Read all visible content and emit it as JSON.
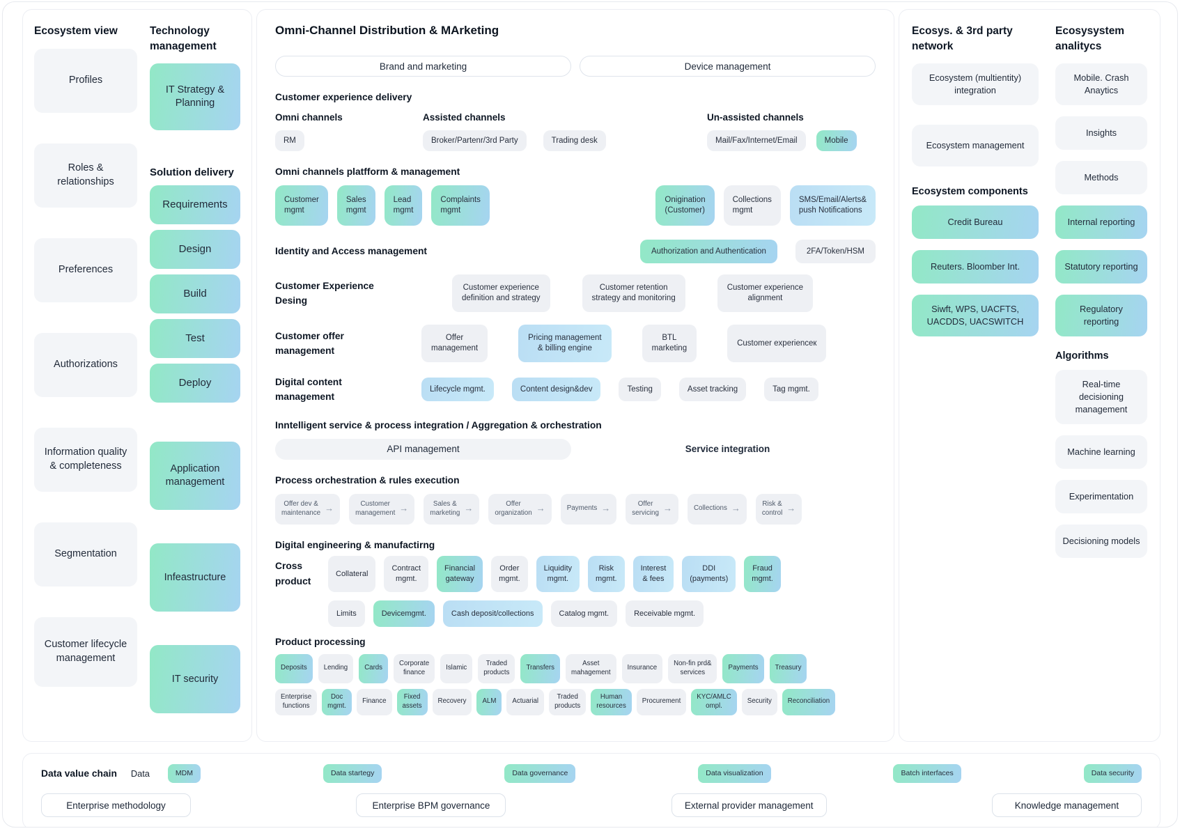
{
  "colors": {
    "accent_teal_from": "#92E8C6",
    "accent_teal_to": "#A6D4F1",
    "accent_blue_from": "#BADEF4",
    "accent_blue_to": "#C8E9F8",
    "chip_gray": "#EEF0F4",
    "box_gray": "#F3F5F8",
    "text_dark": "#0E1724"
  },
  "icons": {
    "arrow_right": "→"
  },
  "left_panel": {
    "ecosystem_view": {
      "title": "Ecosystem view",
      "items": [
        {
          "label": "Profiles",
          "variant": "gray"
        },
        {
          "label": "Roles & relationships",
          "variant": "gray"
        },
        {
          "label": "Preferences",
          "variant": "gray"
        },
        {
          "label": "Authorizations",
          "variant": "gray"
        },
        {
          "label": "Information quality & completeness",
          "variant": "gray"
        },
        {
          "label": "Segmentation",
          "variant": "gray"
        },
        {
          "label": "Customer lifecycle management",
          "variant": "gray"
        }
      ]
    },
    "technology_management": {
      "title": "Technology management",
      "top_item": {
        "label": "IT Strategy & Planning",
        "variant": "teal"
      },
      "solution_delivery_label": "Solution delivery",
      "solution_items": [
        {
          "label": "Requirements",
          "variant": "teal"
        },
        {
          "label": "Design",
          "variant": "teal"
        },
        {
          "label": "Build",
          "variant": "teal"
        },
        {
          "label": "Test",
          "variant": "teal"
        },
        {
          "label": "Deploy",
          "variant": "teal"
        }
      ],
      "bottom_items": [
        {
          "label": "Application management",
          "variant": "teal"
        },
        {
          "label": "Infeastructure",
          "variant": "teal"
        },
        {
          "label": "IT security",
          "variant": "teal"
        }
      ]
    }
  },
  "center_panel": {
    "title": "Omni-Channel Distribution & MArketing",
    "tab_brand": "Brand and marketing",
    "tab_device": "Device management",
    "ced": {
      "title": "Customer experience delivery",
      "omni": {
        "label": "Omni channels",
        "chips": [
          {
            "label": "RM",
            "variant": "gray"
          }
        ]
      },
      "assisted": {
        "label": "Assisted channels",
        "chips": [
          {
            "label": "Broker/Partenr/3rd Party",
            "variant": "gray"
          },
          {
            "label": "Trading desk",
            "variant": "gray"
          }
        ]
      },
      "unassisted": {
        "label": "Un-assisted channels",
        "chips": [
          {
            "label": "Mail/Fax/Internet/Email",
            "variant": "gray"
          },
          {
            "label": "Mobile",
            "variant": "teal"
          }
        ]
      }
    },
    "platform": {
      "title": "Omni channels platfform & management",
      "chips_left": [
        {
          "label": "Customer\nmgmt",
          "variant": "teal"
        },
        {
          "label": "Sales\nmgmt",
          "variant": "teal"
        },
        {
          "label": "Lead\nmgmt",
          "variant": "teal"
        },
        {
          "label": "Complaints\nmgmt",
          "variant": "teal"
        }
      ],
      "chips_right": [
        {
          "label": "Onigination\n(Customer)",
          "variant": "teal"
        },
        {
          "label": "Collections\nmgmt",
          "variant": "gray"
        },
        {
          "label": "SMS/Email/Alerts&\npush Notifications",
          "variant": "blue"
        }
      ]
    },
    "identity": {
      "label": "Identity and Access management",
      "chips": [
        {
          "label": "Authorization and Authentication",
          "variant": "teal"
        },
        {
          "label": "2FA/Token/HSM",
          "variant": "gray"
        }
      ]
    },
    "cx_design": {
      "label": "Customer Experience\nDesing",
      "chips": [
        {
          "label": "Customer experience\ndefinition and strategy",
          "variant": "gray"
        },
        {
          "label": "Customer retention\nstrategy and monitoring",
          "variant": "gray"
        },
        {
          "label": "Customer experience\nalignment",
          "variant": "gray"
        }
      ]
    },
    "offer": {
      "label": "Customer offer\nmanagement",
      "chips": [
        {
          "label": "Offer\nmanagement",
          "variant": "gray"
        },
        {
          "label": "Pricing management\n& billing engine",
          "variant": "blue"
        },
        {
          "label": "BTL\nmarketing",
          "variant": "gray"
        },
        {
          "label": "Customer experienceк",
          "variant": "gray"
        }
      ]
    },
    "digital_content": {
      "label": "Digital content\nmanagement",
      "chips": [
        {
          "label": "Lifecycle mgmt.",
          "variant": "blue"
        },
        {
          "label": "Content design&dev",
          "variant": "blue"
        },
        {
          "label": "Testing",
          "variant": "gray"
        },
        {
          "label": "Asset tracking",
          "variant": "gray"
        },
        {
          "label": "Tag mgmt.",
          "variant": "gray"
        }
      ]
    },
    "intelligent": {
      "title": "Inntelligent service & process integration / Aggregation & orchestration",
      "tab_api": "API management",
      "tab_service": "Service integration"
    },
    "process": {
      "title": "Process orchestration & rules execution",
      "chips": [
        {
          "label": "Offer dev &\nmaintenance",
          "variant": "gray",
          "arrow": true,
          "muted": true
        },
        {
          "label": "Customer\nmanagement",
          "variant": "gray",
          "arrow": true
        },
        {
          "label": "Sales &\nmarketing",
          "variant": "gray",
          "arrow": true
        },
        {
          "label": "Offer\norganization",
          "variant": "gray",
          "arrow": true
        },
        {
          "label": "Payments",
          "variant": "gray",
          "arrow": true
        },
        {
          "label": "Offer\nservicing",
          "variant": "gray",
          "arrow": true
        },
        {
          "label": "Collections",
          "variant": "gray",
          "arrow": true
        },
        {
          "label": "Risk &\ncontrol",
          "variant": "gray",
          "arrow": true
        }
      ]
    },
    "digital_engineering": {
      "title": "Digital engineering & manufactirng",
      "cross_label": "Cross\nproduct",
      "row1": [
        {
          "label": "Collateral",
          "variant": "gray"
        },
        {
          "label": "Contract\nmgmt.",
          "variant": "gray"
        },
        {
          "label": "Financial\ngateway",
          "variant": "teal"
        },
        {
          "label": "Order\nmgmt.",
          "variant": "gray"
        },
        {
          "label": "Liquidity\nmgmt.",
          "variant": "blue"
        },
        {
          "label": "Risk\nmgmt.",
          "variant": "blue"
        },
        {
          "label": "Interest\n& fees",
          "variant": "blue"
        },
        {
          "label": "DDI\n(payments)",
          "variant": "blue"
        },
        {
          "label": "Fraud\nmgmt.",
          "variant": "teal"
        }
      ],
      "row2": [
        {
          "label": "Limits",
          "variant": "gray"
        },
        {
          "label": "Devicemgmt.",
          "variant": "teal"
        },
        {
          "label": "Cash deposit/collections",
          "variant": "blue"
        },
        {
          "label": "Catalog mgmt.",
          "variant": "gray"
        },
        {
          "label": "Receivable mgmt.",
          "variant": "gray"
        }
      ]
    },
    "product_processing": {
      "title": "Product processing",
      "row1": [
        {
          "label": "Deposits",
          "variant": "teal"
        },
        {
          "label": "Lending",
          "variant": "gray"
        },
        {
          "label": "Cards",
          "variant": "teal"
        },
        {
          "label": "Corporate\nfinance",
          "variant": "gray"
        },
        {
          "label": "Islamic",
          "variant": "gray"
        },
        {
          "label": "Traded\nproducts",
          "variant": "gray"
        },
        {
          "label": "Transfers",
          "variant": "teal"
        },
        {
          "label": "Asset\nmahagement",
          "variant": "gray"
        },
        {
          "label": "Insurance",
          "variant": "gray"
        },
        {
          "label": "Non-fin prd&\nservices",
          "variant": "gray"
        },
        {
          "label": "Payments",
          "variant": "teal"
        },
        {
          "label": "Treasury",
          "variant": "teal"
        }
      ],
      "row2": [
        {
          "label": "Enterprise\nfunctions",
          "variant": "gray"
        },
        {
          "label": "Doc\nmgmt.",
          "variant": "teal"
        },
        {
          "label": "Finance",
          "variant": "gray"
        },
        {
          "label": "Fixed\nassets",
          "variant": "teal"
        },
        {
          "label": "Recovery",
          "variant": "gray"
        },
        {
          "label": "ALM",
          "variant": "teal"
        },
        {
          "label": "Actuarial",
          "variant": "gray"
        },
        {
          "label": "Traded\nproducts",
          "variant": "gray"
        },
        {
          "label": "Human\nresources",
          "variant": "teal"
        },
        {
          "label": "Procurement",
          "variant": "gray"
        },
        {
          "label": "KYC/AMLC\nompl.",
          "variant": "teal"
        },
        {
          "label": "Security",
          "variant": "gray"
        },
        {
          "label": "Reconciliation",
          "variant": "teal"
        }
      ]
    }
  },
  "right_panel": {
    "network": {
      "title": "Ecosys. & 3rd party network",
      "items_top": [
        {
          "label": "Ecosystem (multientity) integration",
          "variant": "gray"
        },
        {
          "label": "Ecosystem management",
          "variant": "gray"
        }
      ],
      "components_label": "Ecosystem components",
      "components": [
        {
          "label": "Credit Bureau",
          "variant": "teal"
        },
        {
          "label": "Reuters.\nBloomber Int.",
          "variant": "teal"
        },
        {
          "label": "Siwft, WPS,\nUACFTS, UACDDS,\nUACSWITCH",
          "variant": "teal"
        }
      ]
    },
    "analytics": {
      "title": "Ecosysystem analitycs",
      "items_top": [
        {
          "label": "Mobile. Crash\nAnaytics",
          "variant": "gray"
        },
        {
          "label": "Insights",
          "variant": "gray"
        },
        {
          "label": "Methods",
          "variant": "gray"
        },
        {
          "label": "Internal\nreporting",
          "variant": "teal"
        },
        {
          "label": "Statutory\nreporting",
          "variant": "teal"
        },
        {
          "label": "Regulatory\nreporting",
          "variant": "teal"
        }
      ],
      "algorithms_label": "Algorithms",
      "algorithms": [
        {
          "label": "Real-time\ndecisioning\nmanagement",
          "variant": "gray"
        },
        {
          "label": "Machine\nlearning",
          "variant": "gray"
        },
        {
          "label": "Experimentation",
          "variant": "gray"
        },
        {
          "label": "Decisioning\nmodels",
          "variant": "gray"
        }
      ]
    }
  },
  "bottom_panel": {
    "title": "Data value chain",
    "data_label": "Data",
    "chips": [
      {
        "label": "MDM",
        "variant": "teal"
      },
      {
        "label": "Data startegy",
        "variant": "teal"
      },
      {
        "label": "Data governance",
        "variant": "teal"
      },
      {
        "label": "Data visualization",
        "variant": "teal"
      },
      {
        "label": "Batch interfaces",
        "variant": "teal"
      },
      {
        "label": "Data security",
        "variant": "teal"
      }
    ],
    "buttons": [
      {
        "label": "Enterprise methodology",
        "variant": "outline"
      },
      {
        "label": "Enterprise BPM governance",
        "variant": "outline"
      },
      {
        "label": "External provider management",
        "variant": "outline"
      },
      {
        "label": "Knowledge management",
        "variant": "outline"
      }
    ]
  }
}
